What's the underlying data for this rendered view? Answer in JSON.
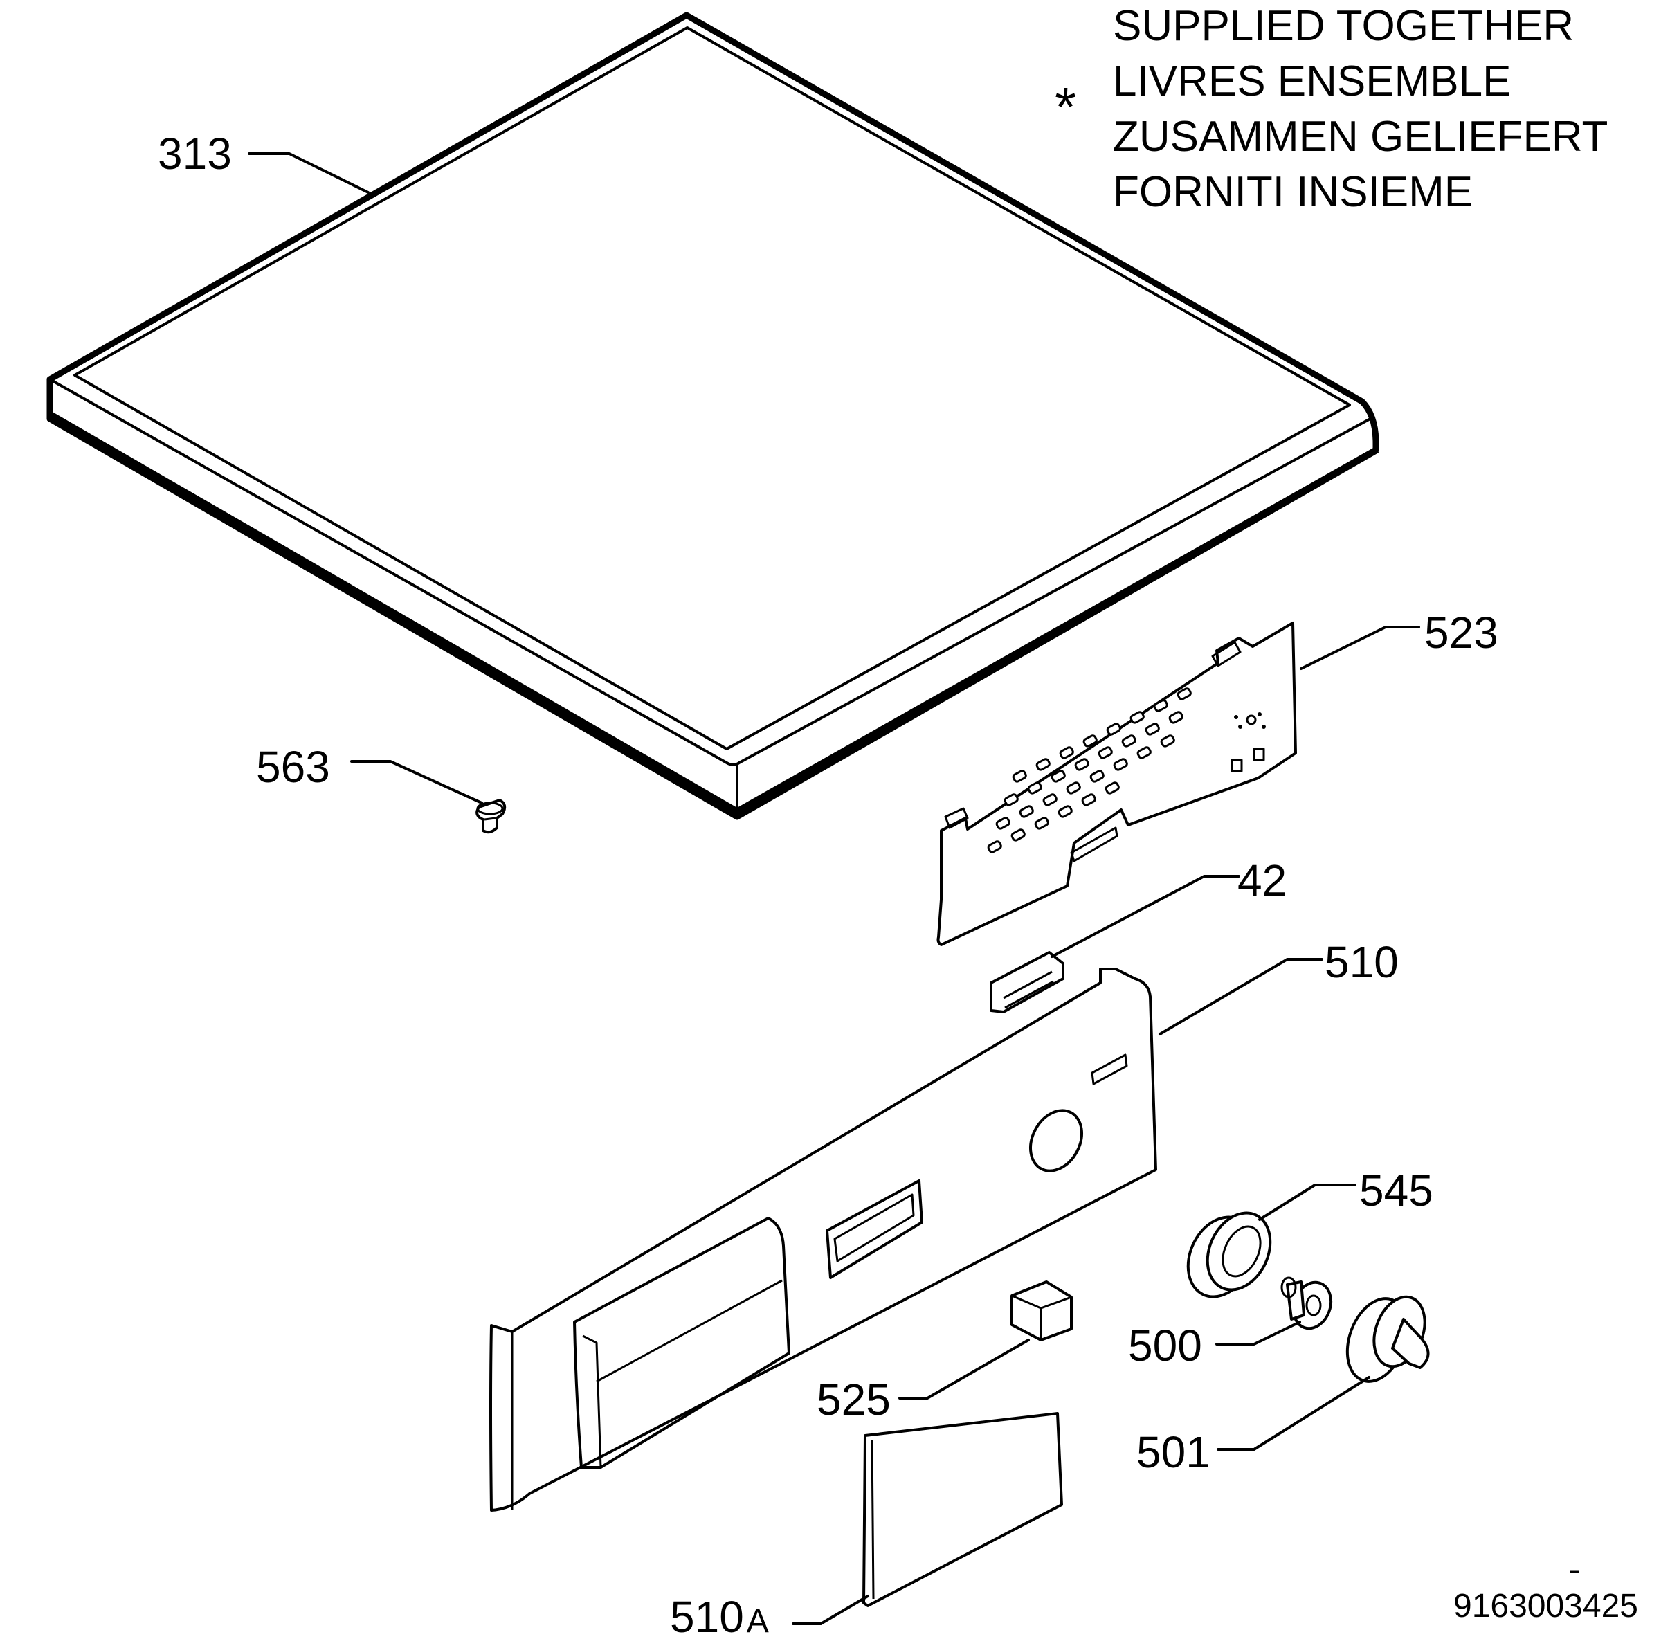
{
  "note": {
    "asterisk": "*",
    "lines": [
      "SUPPLIED TOGETHER",
      "LIVRES ENSEMBLE",
      "ZUSAMMEN GELIEFERT",
      "FORNITI INSIEME"
    ]
  },
  "callouts": {
    "c313": "313",
    "c523": "523",
    "c563": "563",
    "c42": "42",
    "c510": "510",
    "c545": "545",
    "c500": "500",
    "c525": "525",
    "c501": "501",
    "c510a": "510",
    "c510a_suffix": "A"
  },
  "drawing_ref": "9163003425"
}
